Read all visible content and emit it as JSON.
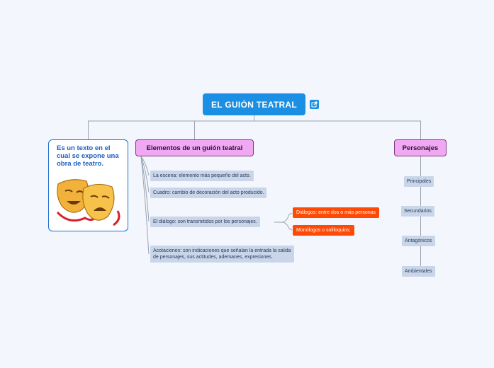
{
  "root": {
    "label": "EL GUIÓN TEATRAL"
  },
  "callout": {
    "text": "Es un texto en el cual se expone una obra de teatro."
  },
  "elementos": {
    "label": "Elementos de un guión teatral",
    "items": [
      "La escena: elemento más pequeño del acto.",
      "Cuadro: cambio de decoración del acto producido.",
      "El diálogo: son transmitidos por los personajes.",
      "Acotaciones: son indicaciones que señalan la entrada la salida",
      "de personajes, sus actitudes, ademanes, expresiones."
    ],
    "dialogo_sub": [
      "Diálogos: entre dos o más personas",
      "Monólogos o soliloquios:"
    ]
  },
  "personajes": {
    "label": "Personajes",
    "items": [
      "Principales",
      "Secundarios",
      "Antagónicos",
      "Ambientales"
    ]
  },
  "colors": {
    "background": "#f3f6fc",
    "root": "#1a8fe3",
    "main_topic_fill": "#f0a8f3",
    "main_topic_border": "#7a3a7d",
    "leaf_fill": "#c9d6ea",
    "highlight": "#ff4a06",
    "callout_border": "#1f6fd0"
  }
}
